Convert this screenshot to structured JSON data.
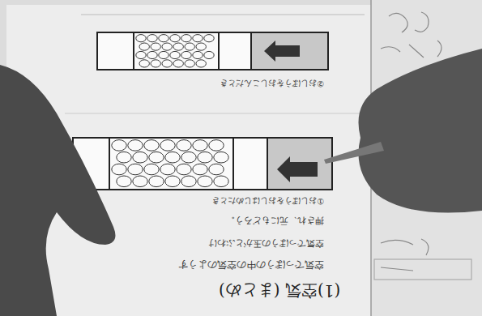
{
  "diagram": {
    "labels": [
      "②おしぼうをおしこんだとき",
      "①おしぼうをおしはじめたとき",
      "押され、元にもどろう。",
      "空気でっぽうの玉がとぶわけ",
      "空気でっぽうの中の空気のようす",
      "(1)空気 (まとめ)"
    ]
  }
}
